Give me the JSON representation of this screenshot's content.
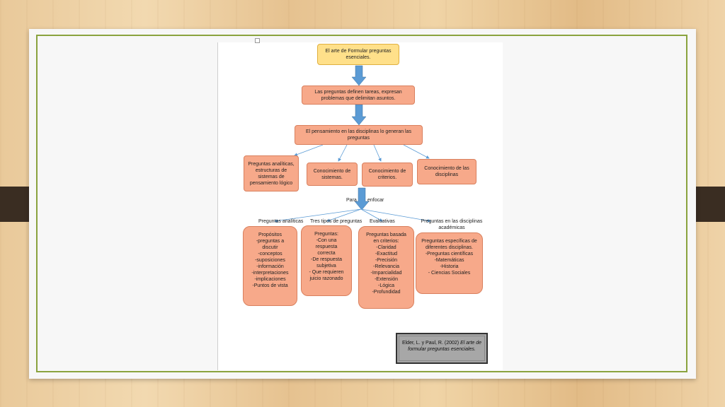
{
  "diagram": {
    "title_box": "El arte de Formular preguntas esenciales.",
    "step2": "Las preguntas definen tareas, expresan problemas que delimitan asuntos.",
    "step3": "El pensamiento en las disciplinas lo generan las preguntas",
    "branches": [
      "Preguntas analíticas, estructuras de sistemas de pensamiento lógico",
      "Conocimiento de sistemas.",
      "Conocimiento de criterios.",
      "Conocimiento de las disciplinas"
    ],
    "connector_left": "Para",
    "connector_right": "enfocar",
    "categories": [
      "Preguntas analíticas",
      "Tres tipos de preguntas",
      "Evaluativas",
      "Preguntas en las disciplinas académicas"
    ],
    "details": [
      {
        "lines": [
          "Propósitos",
          "-preguntas  a",
          "discutir",
          "-conceptos",
          "-suposiciones",
          "-información",
          "-interpretaciones",
          "-implicaciones",
          "-Puntos de vista"
        ]
      },
      {
        "lines": [
          "Preguntas:",
          "-Con una",
          "respuesta",
          "correcta",
          "-De respuesta",
          "subjetiva",
          "- Que requieren",
          "juicio razonado"
        ]
      },
      {
        "lines": [
          "Preguntas basada",
          "en criterios:",
          "-Claridad",
          "-Exactitud",
          "-Precisión",
          "-Relevancia",
          "-Imparcialidad",
          "-Extensión",
          "-Lógica",
          "-Profundidad"
        ]
      },
      {
        "lines": [
          "Preguntas específicas de",
          "diferentes disciplinas.",
          "-Preguntas científicas",
          "-Matemáticas",
          "-Historia",
          "- Ciencias Sociales"
        ]
      }
    ],
    "citation_plain": "Elder, L. y Paul, R. (2002) ",
    "citation_italic": "El arte de formular preguntas esenciales."
  },
  "colors": {
    "box_fill": "#f7a98a",
    "top_box_fill": "#ffe08a",
    "arrow_blue": "#5b9bd5",
    "frame_green": "#8aa33e"
  }
}
